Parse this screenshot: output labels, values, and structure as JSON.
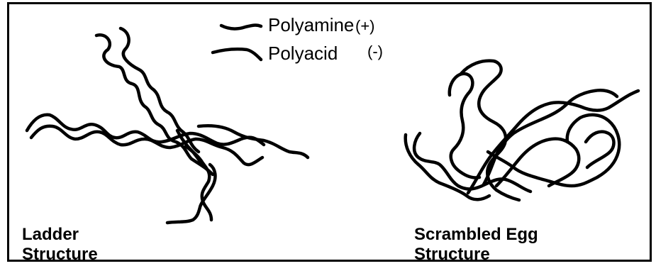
{
  "legend": {
    "polyamine_label": "Polyamine",
    "polyamine_sign": "(+)",
    "polyacid_label": "Polyacid",
    "polyacid_sign": "(-)"
  },
  "structures": {
    "ladder_line1": "Ladder",
    "ladder_line2": "Structure",
    "scrambled_line1": "Scrambled Egg",
    "scrambled_line2": "Structure"
  },
  "colors": {
    "stroke": "#000000",
    "background": "#ffffff"
  }
}
